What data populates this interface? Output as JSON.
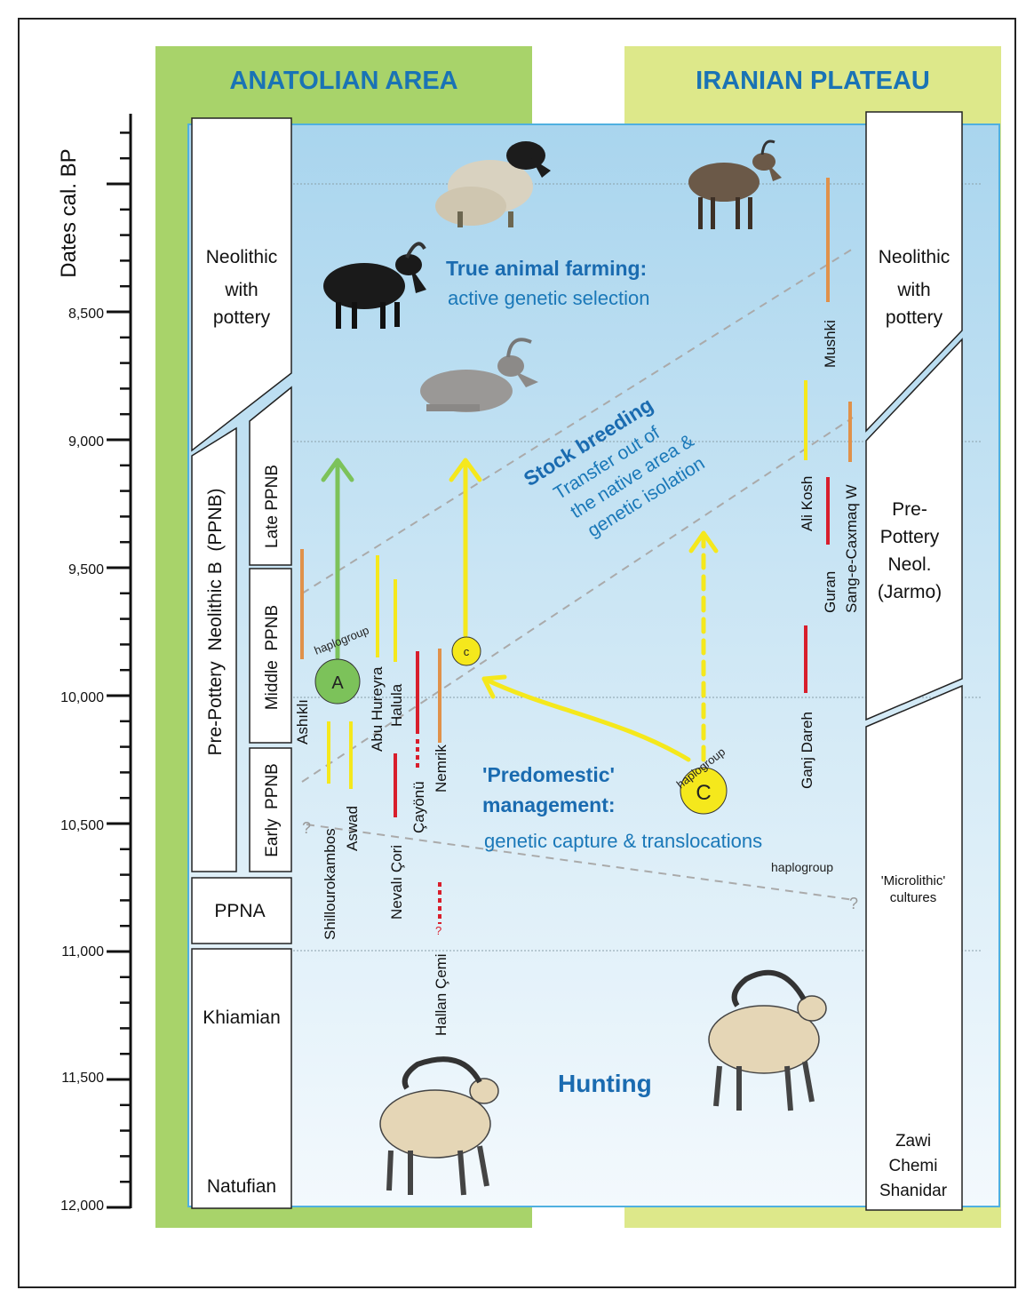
{
  "colors": {
    "anatolian_bg": "#a8d36a",
    "iranian_bg": "#dde88a",
    "region_title": "#1a73b5",
    "sky_top": "#a9d5ee",
    "sky_bottom": "#eef7fc",
    "blue_text": "#1a78b8",
    "dark_blue_text": "#1a6bb0",
    "yellow": "#f5e81c",
    "orange": "#e0914a",
    "red": "#d81e2c",
    "green": "#7cc25a",
    "dashed_gray": "#aaaaaa"
  },
  "regions": {
    "anatolian": "ANATOLIAN AREA",
    "iranian": "IRANIAN PLATEAU"
  },
  "axis": {
    "label": "Dates cal. BP",
    "ticks": [
      "8,500",
      "9,000",
      "9,500",
      "10,000",
      "10,500",
      "11,000",
      "11,500",
      "12,000"
    ]
  },
  "left_periods": {
    "neolithic_pottery": [
      "Neolithic",
      "with",
      "pottery"
    ],
    "ppnb_rotated": "Pre-Pottery  Neolithic B  (PPNB)",
    "late_ppnb": "Late PPNB",
    "middle_ppnb": "Middle  PPNB",
    "early_ppnb": "Early  PPNB",
    "ppna": "PPNA",
    "khiamian": "Khiamian",
    "natufian": "Natufian"
  },
  "right_periods": {
    "neolithic_pottery": [
      "Neolithic",
      "with",
      "pottery"
    ],
    "pre_pottery": [
      "Pre-",
      "Pottery",
      "Neol.",
      "(Jarmo)"
    ],
    "microlithic": [
      "'Microlithic'",
      "cultures"
    ],
    "zawi": [
      "Zawi",
      "Chemi",
      "Shanidar"
    ]
  },
  "sites": {
    "ashikli": "Ashıklı",
    "shillourokambos": "Shillourokambos",
    "aswad": "Aswad",
    "abu_hureyra": "Abu Hureyra",
    "halula": "Halula",
    "nevali_cori": "Nevalı Çori",
    "cayonu": "Çayönü",
    "nemrik": "Nemrik",
    "hallan_cemi": "Hallan Çemi",
    "mushki": "Mushki",
    "ali_kosh": "Ali Kosh",
    "guran": "Guran",
    "sang": "Sang-e-Caxmaq W",
    "ganj_dareh": "Ganj Dareh",
    "question": "?"
  },
  "haplogroups": {
    "word": "haplogroup",
    "a": "A",
    "c": "C",
    "c_small": "c"
  },
  "annotations": {
    "true_farming_title": "True animal farming:",
    "true_farming_sub": "active genetic selection",
    "stock_title": "Stock breeding",
    "stock_line1": "Transfer out of",
    "stock_line2": "the native area &",
    "stock_line3": "genetic isolation",
    "predom_line1": "'Predomestic'",
    "predom_line2": "management:",
    "predom_sub": "genetic capture & translocations",
    "haplogroup_note": "haplogroup",
    "hunting": "Hunting"
  },
  "icons": [
    "goat-long-hair-icon",
    "goat-black-icon",
    "goat-grey-lying-icon",
    "goat-brown-iranian-icon",
    "ibex-left-icon",
    "ibex-right-icon"
  ]
}
